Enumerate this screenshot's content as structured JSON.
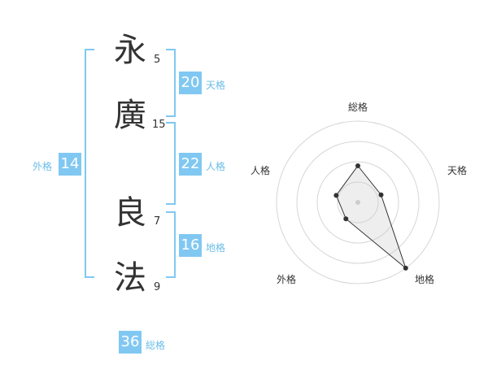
{
  "characters": [
    {
      "char": "永",
      "strokes": "5"
    },
    {
      "char": "廣",
      "strokes": "15"
    },
    {
      "char": "良",
      "strokes": "7"
    },
    {
      "char": "法",
      "strokes": "9"
    }
  ],
  "grids": {
    "tenkaku": {
      "value": "20",
      "label": "天格"
    },
    "jinkaku": {
      "value": "22",
      "label": "人格"
    },
    "chikaku": {
      "value": "16",
      "label": "地格"
    },
    "gaikaku": {
      "value": "14",
      "label": "外格"
    },
    "soukaku": {
      "value": "36",
      "label": "総格"
    }
  },
  "colors": {
    "accent": "#80c8f2",
    "accent_text": "#6bbde8",
    "text": "#333333"
  },
  "chart_data": {
    "type": "radar",
    "axes": [
      "総格",
      "天格",
      "地格",
      "外格",
      "人格"
    ],
    "values": [
      0.45,
      0.3,
      1.0,
      0.25,
      0.28
    ],
    "rings": 4,
    "grid": true
  }
}
